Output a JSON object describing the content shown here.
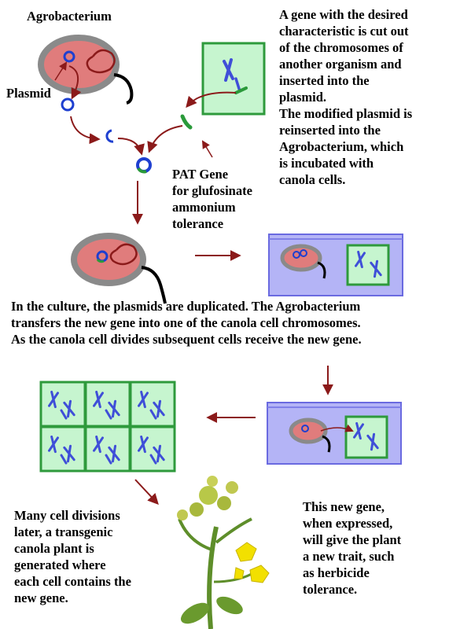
{
  "labels": {
    "agrobacterium": "Agrobacterium",
    "plasmid": "Plasmid",
    "pat_gene": "PAT Gene\nfor glufosinate\nammonium\ntolerance"
  },
  "paragraphs": {
    "gene_cut": "A gene with the desired\ncharacteristic is cut out\nof the chromosomes of\nanother organism and\ninserted into the\nplasmid.\nThe modified plasmid is\nreinserted into the\nAgrobacterium, which\nis incubated with\ncanola cells.",
    "culture": "In the culture, the plasmids are duplicated. The Agrobacterium\ntransfers the new gene into one of the canola cell chromosomes.\nAs the canola cell divides subsequent cells receive the new gene.",
    "divisions": "Many cell divisions\nlater, a transgenic\ncanola plant is\ngenerated where\neach cell contains the\nnew gene.",
    "new_gene": "This new gene,\nwhen expressed,\nwill give the plant\na new trait, such\nas herbicide\ntolerance."
  },
  "colors": {
    "bacterium_fill": "#e07c7c",
    "bacterium_outline": "#8a8a8a",
    "plasmid": "#1e3fd0",
    "pat_gene": "#2a9a3a",
    "cell_fill": "#c6f5cf",
    "cell_outline": "#2e9a3c",
    "chromosome": "#3f4fd8",
    "arrow": "#8b1a1a",
    "dish_fill": "#b4b4f6",
    "dish_outline": "#6a6ae0",
    "flower": "#f2e000",
    "stem": "#5e8e2a"
  }
}
